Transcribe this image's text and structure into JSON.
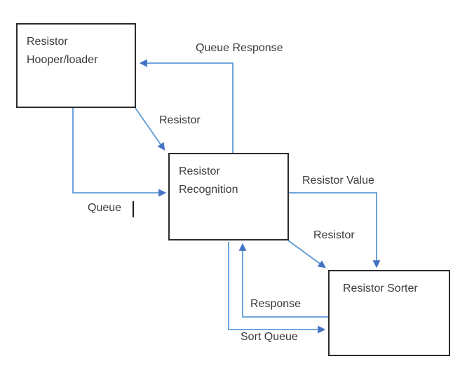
{
  "diagram": {
    "colors": {
      "line": "#5B9BD5",
      "arrowhead": "#4472C4",
      "box_border": "#2b2b2b",
      "text": "#3b3b3b",
      "background": "#ffffff"
    },
    "boxes": {
      "hopper": {
        "line1": "Resistor",
        "line2": "Hooper/loader"
      },
      "recognition": {
        "line1": "Resistor",
        "line2": "Recognition"
      },
      "sorter": {
        "line1": "Resistor Sorter"
      }
    },
    "edge_labels": {
      "queue_response": "Queue Response",
      "resistor_to_recognition": "Resistor",
      "queue": "Queue",
      "resistor_value": "Resistor Value",
      "resistor_to_sorter": "Resistor",
      "response": "Response",
      "sort_queue": "Sort Queue"
    }
  }
}
